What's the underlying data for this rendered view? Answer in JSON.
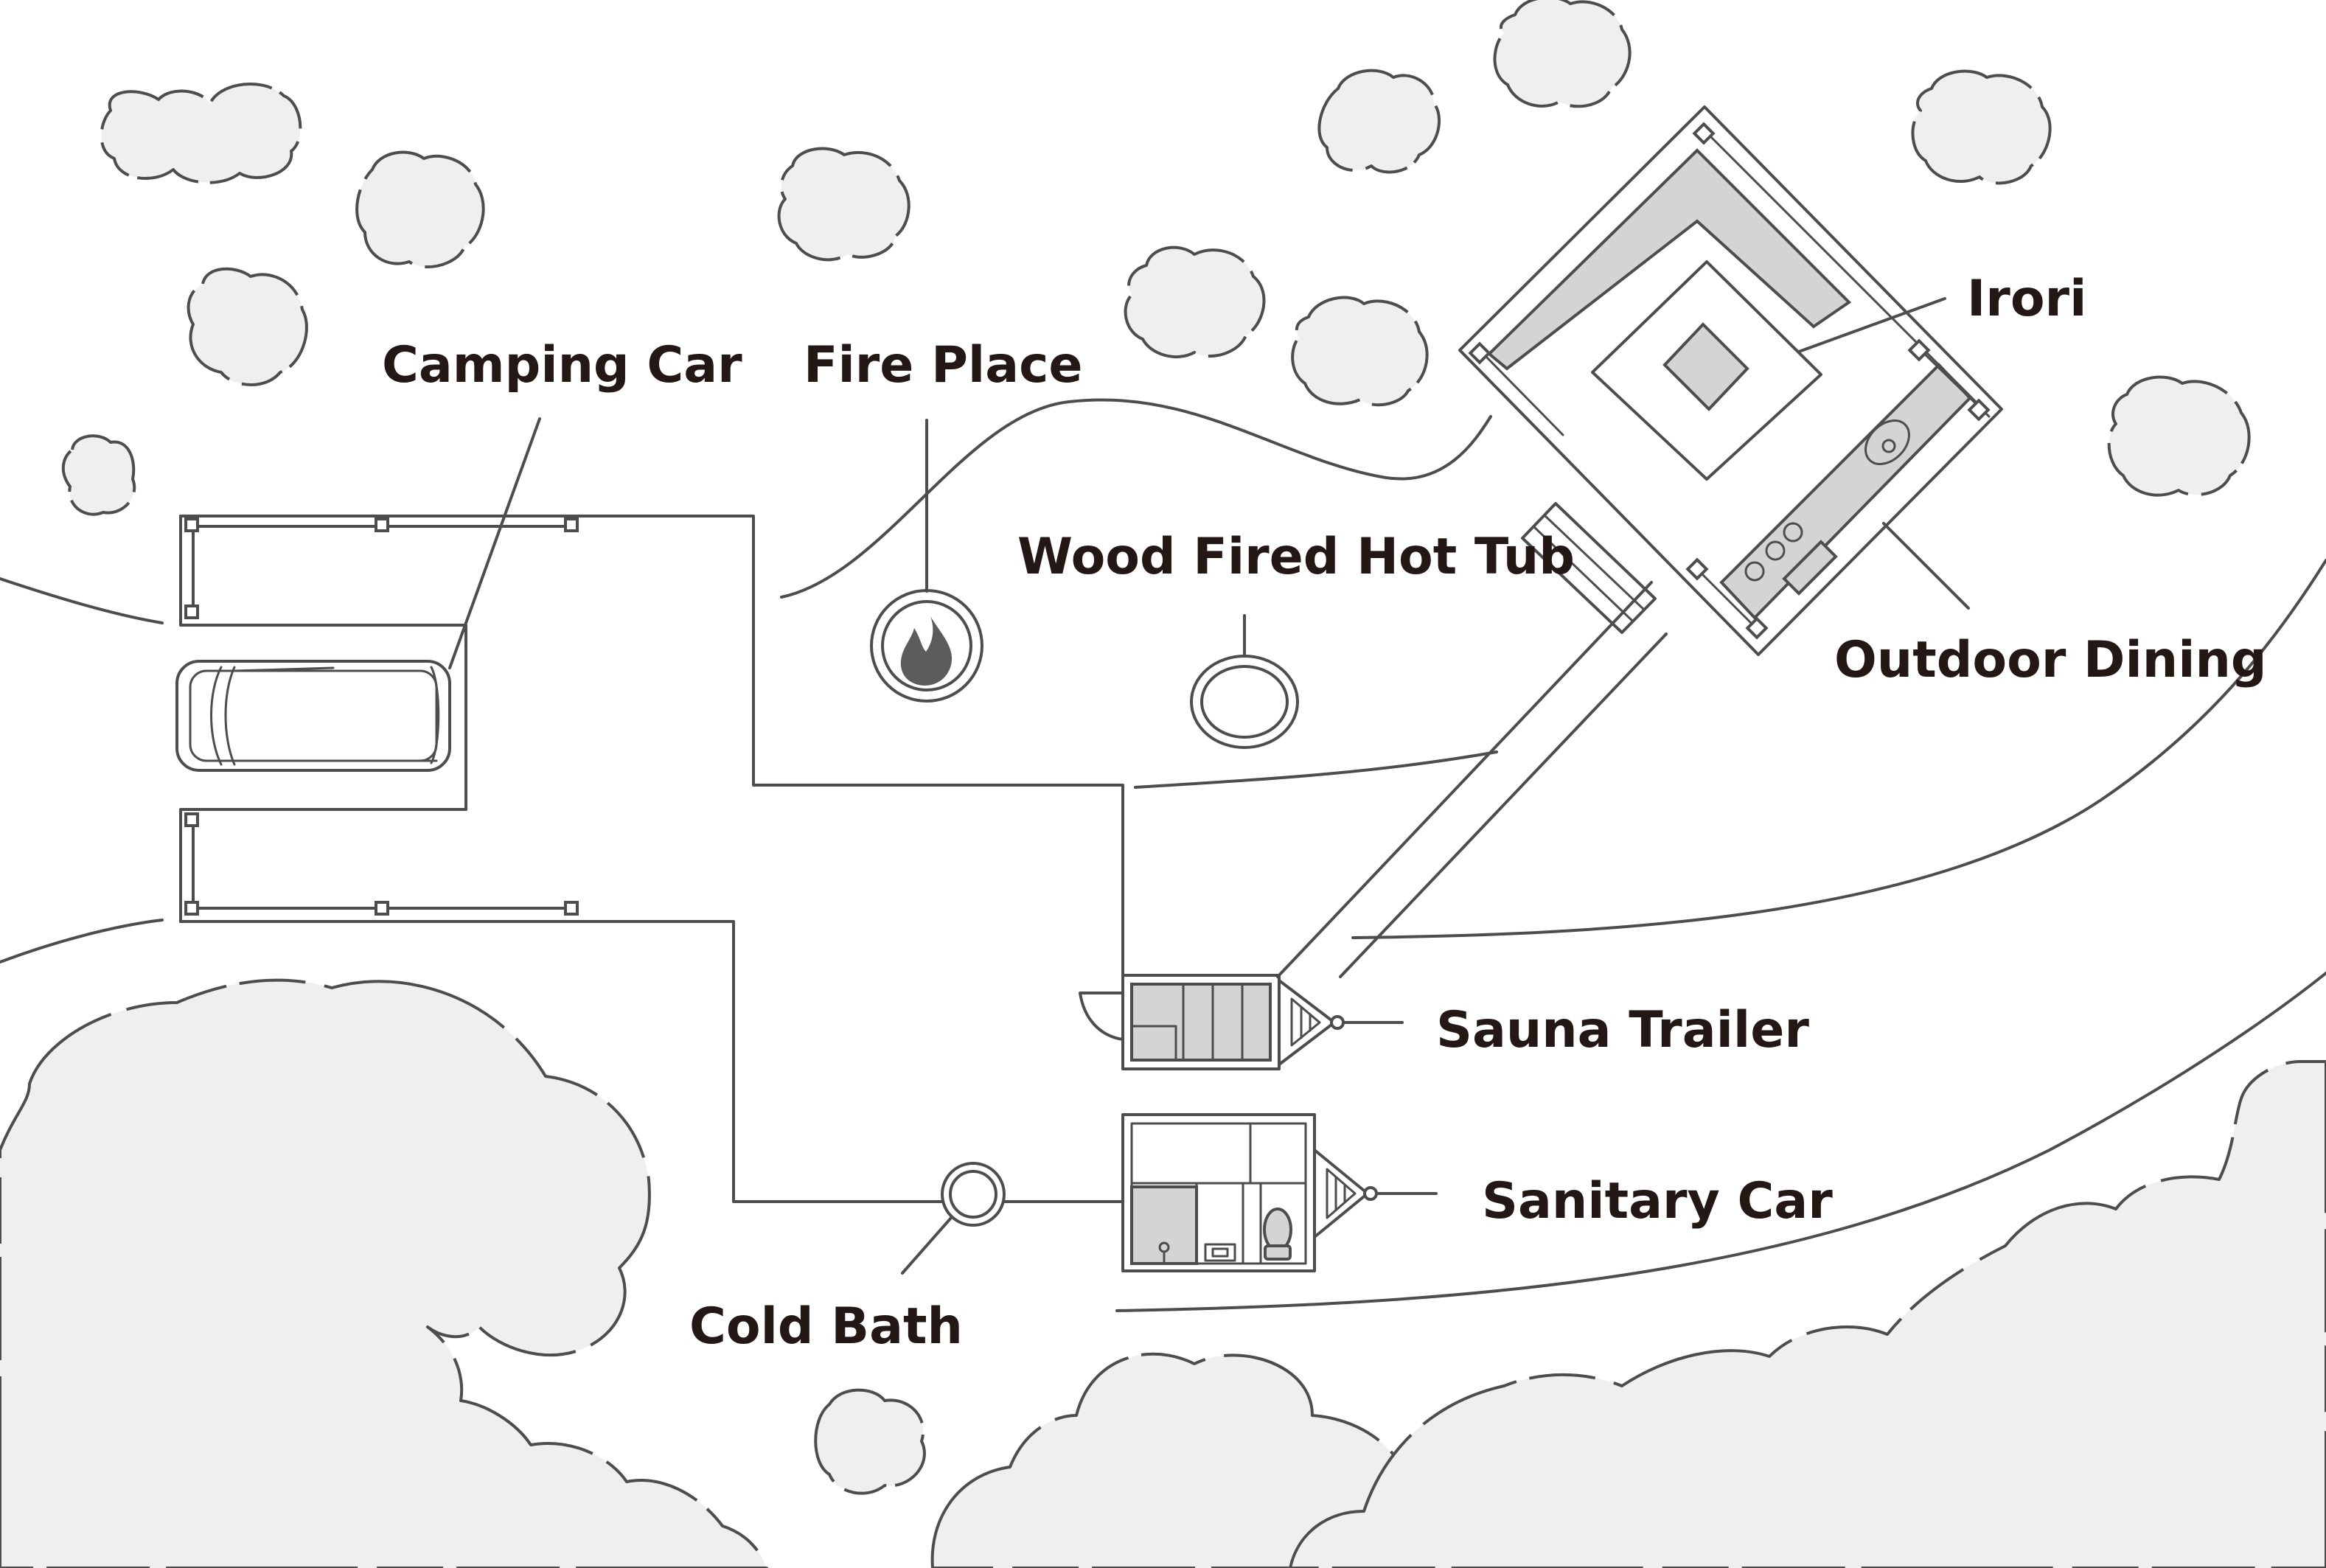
{
  "labels": {
    "camping_car": "Camping Car",
    "fire_place": "Fire Place",
    "wood_fired_hot_tub": "Wood Fired Hot Tub",
    "irori": "Irori",
    "outdoor_dining": "Outdoor Dining",
    "sauna_trailer": "Sauna Trailer",
    "sanitary_car": "Sanitary Car",
    "cold_bath": "Cold Bath"
  },
  "colors": {
    "line": "#4d4d4d",
    "tree_fill": "#efefef",
    "fixture_fill": "#d4d4d4",
    "label_text": "#231815"
  },
  "icons": [
    "fire-icon",
    "tree-icon",
    "toilet-icon",
    "shower-icon",
    "sink-icon",
    "stove-icon"
  ]
}
